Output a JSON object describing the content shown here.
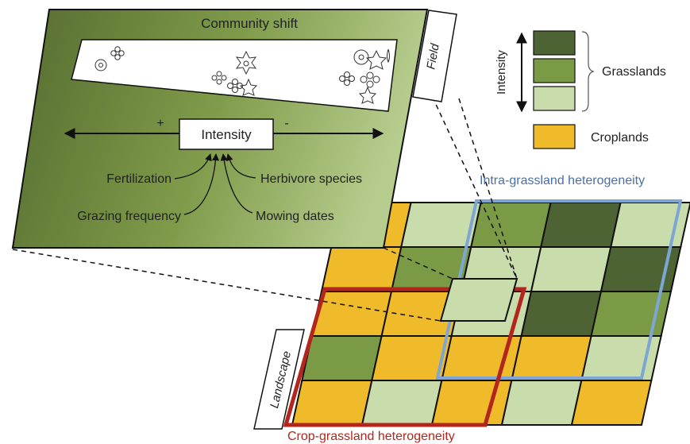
{
  "panel": {
    "title": "Community shift",
    "field_label": "Field",
    "plus": "+",
    "minus": "-",
    "intensity_box": "Intensity",
    "drivers": {
      "fertilization": "Fertilization",
      "herbivore_species": "Herbivore species",
      "grazing_frequency": "Grazing frequency",
      "mowing_dates": "Mowing dates"
    }
  },
  "legend": {
    "axis_label": "Intensity",
    "grasslands": "Grasslands",
    "croplands": "Croplands",
    "colors": {
      "grass_high": "#4e6333",
      "grass_mid": "#7b9a46",
      "grass_low": "#c9dcac",
      "crop": "#f0bb2a"
    }
  },
  "landscape": {
    "label": "Landscape",
    "intra_label": "Intra-grassland heterogeneity",
    "crop_label": "Crop-grassland heterogeneity",
    "intra_color": "#7ea6d4",
    "crop_color": "#b3261e",
    "rows_bottom_to_top": [
      [
        "crop",
        "grass_low",
        "crop",
        "grass_low",
        "crop"
      ],
      [
        "grass_mid",
        "crop",
        "crop",
        "crop",
        "grass_low"
      ],
      [
        "crop",
        "crop",
        "grass_low",
        "grass_high",
        "grass_mid"
      ],
      [
        "crop",
        "grass_mid",
        "grass_low",
        "grass_low",
        "grass_high"
      ],
      [
        "crop",
        "grass_low",
        "grass_mid",
        "grass_high",
        "grass_low"
      ]
    ]
  }
}
